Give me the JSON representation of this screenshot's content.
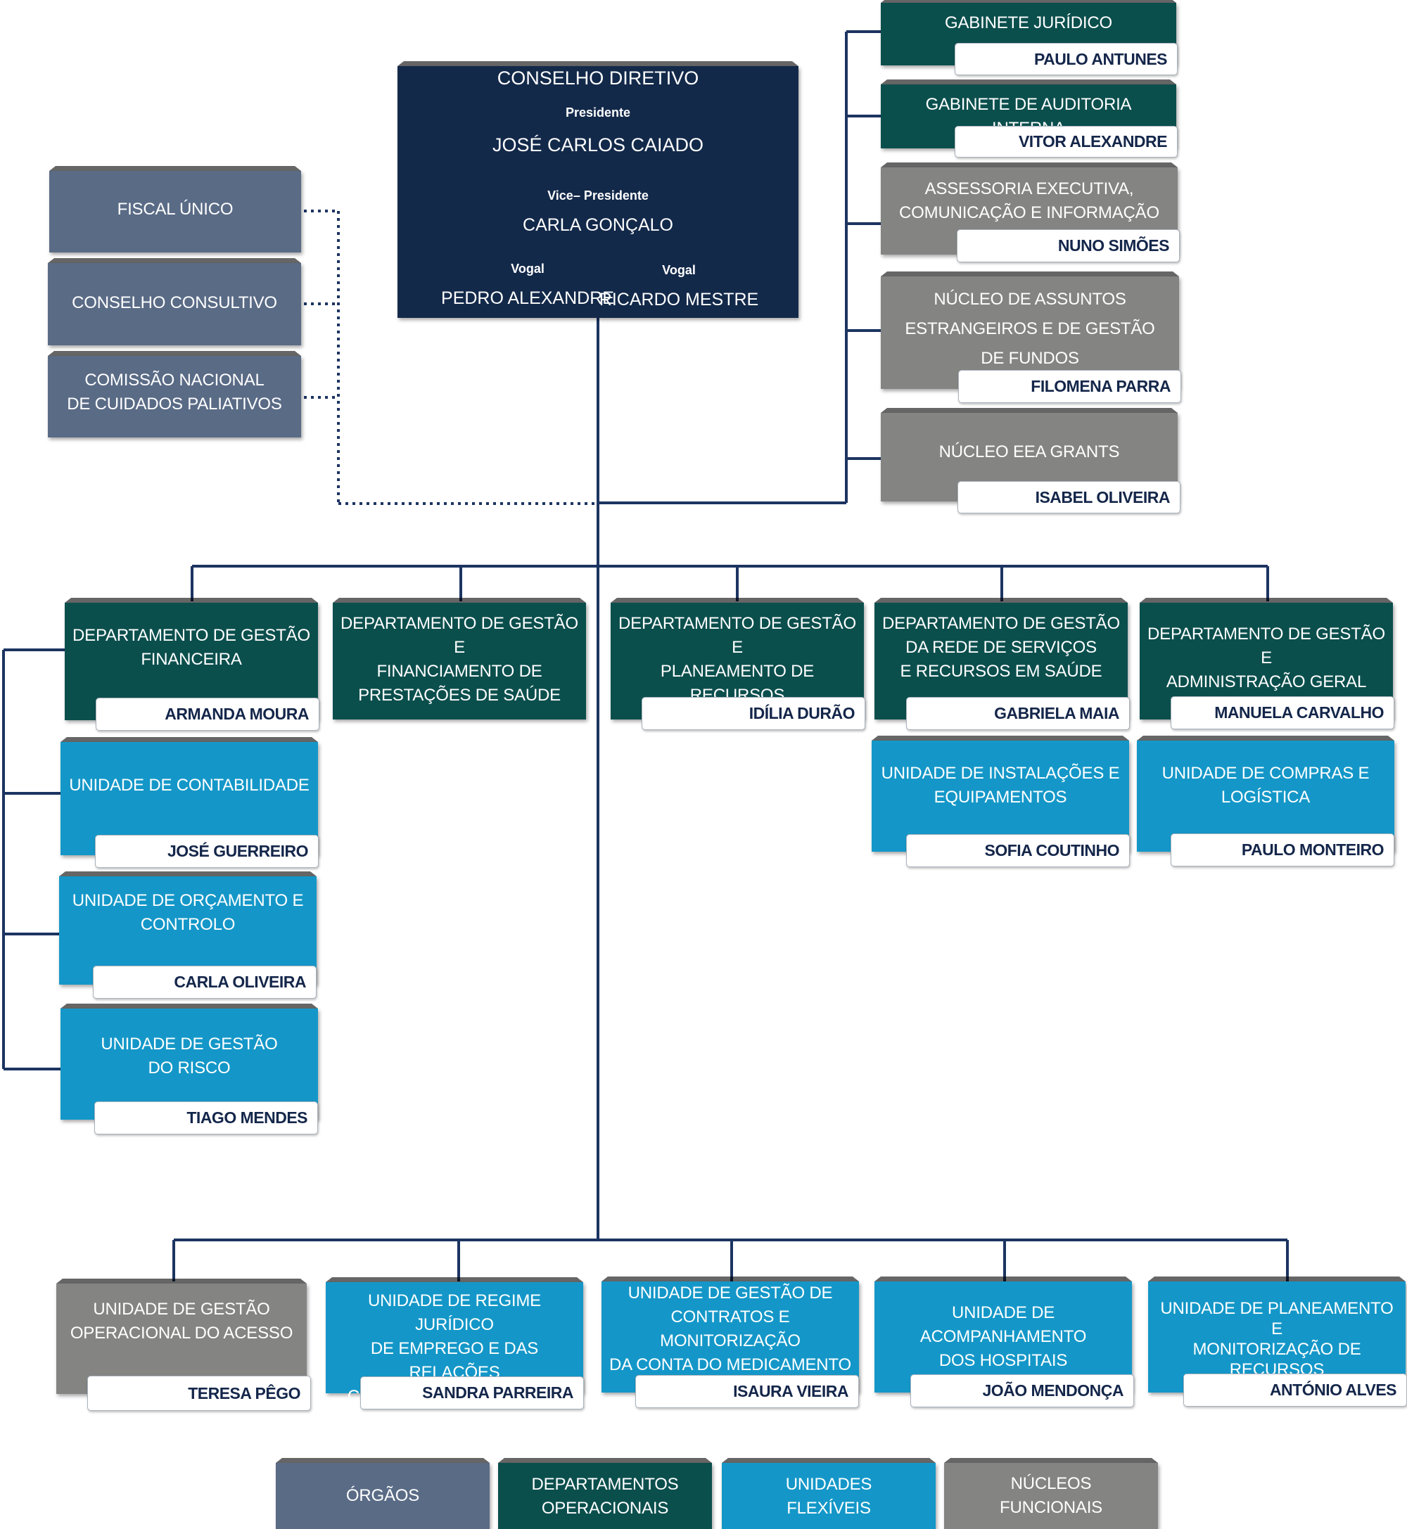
{
  "board": {
    "title": "CONSELHO DIRETIVO",
    "president_label": "Presidente",
    "president": "JOSÉ CARLOS CAIADO",
    "vice_label": "Vice– Presidente",
    "vice": "CARLA GONÇALO",
    "vogal1_label": "Vogal",
    "vogal1": "PEDRO ALEXANDRE",
    "vogal2_label": "Vogal",
    "vogal2": "RICARDO MESTRE"
  },
  "organs": [
    {
      "title": "FISCAL ÚNICO"
    },
    {
      "title": "CONSELHO CONSULTIVO"
    },
    {
      "title": "COMISSÃO NACIONAL\nDE CUIDADOS PALIATIVOS"
    }
  ],
  "staff": [
    {
      "title": "GABINETE JURÍDICO",
      "name": "PAULO ANTUNES"
    },
    {
      "title": "GABINETE DE AUDITORIA INTERNA",
      "name": "VITOR ALEXANDRE"
    },
    {
      "title": "ASSESSORIA EXECUTIVA,\nCOMUNICAÇÃO E INFORMAÇÃO",
      "name": "NUNO SIMÕES"
    },
    {
      "title": "NÚCLEO DE ASSUNTOS\nESTRANGEIROS E DE GESTÃO\nDE FUNDOS",
      "name": "FILOMENA PARRA"
    },
    {
      "title": "NÚCLEO EEA GRANTS",
      "name": "ISABEL OLIVEIRA"
    }
  ],
  "departments": [
    {
      "title": "DEPARTAMENTO DE GESTÃO\nFINANCEIRA",
      "name": "ARMANDA MOURA"
    },
    {
      "title": "DEPARTAMENTO DE GESTÃO E\nFINANCIAMENTO DE\nPRESTAÇÕES DE SAÚDE",
      "name": ""
    },
    {
      "title": "DEPARTAMENTO DE GESTÃO E\nPLANEAMENTO DE RECURSOS\nHUMANOS NA SAÚDE",
      "name": "IDÍLIA DURÃO"
    },
    {
      "title": "DEPARTAMENTO DE GESTÃO\nDA REDE DE SERVIÇOS\nE RECURSOS EM SAÚDE",
      "name": "GABRIELA MAIA"
    },
    {
      "title": "DEPARTAMENTO DE GESTÃO E\nADMINISTRAÇÃO GERAL",
      "name": "MANUELA CARVALHO"
    }
  ],
  "fin_units": [
    {
      "title": "UNIDADE DE CONTABILIDADE",
      "name": "JOSÉ GUERREIRO"
    },
    {
      "title": "UNIDADE DE ORÇAMENTO E\nCONTROLO",
      "name": "CARLA OLIVEIRA"
    },
    {
      "title": "UNIDADE DE GESTÃO\nDO RISCO",
      "name": "TIAGO MENDES"
    }
  ],
  "dept_units": [
    {
      "title": "UNIDADE DE INSTALAÇÕES E\nEQUIPAMENTOS",
      "name": "SOFIA COUTINHO"
    },
    {
      "title": "UNIDADE DE COMPRAS E\nLOGÍSTICA",
      "name": "PAULO MONTEIRO"
    }
  ],
  "bottom_units": [
    {
      "title": "UNIDADE DE GESTÃO\nOPERACIONAL DO ACESSO",
      "name": "TERESA PÊGO"
    },
    {
      "title": "UNIDADE DE REGIME JURÍDICO\nDE EMPREGO E DAS RELAÇÕES\nCOLETIVAS DE TRABALHO",
      "name": "SANDRA PARREIRA"
    },
    {
      "title": "UNIDADE DE GESTÃO DE\nCONTRATOS E MONITORIZAÇÃO\nDA CONTA DO MEDICAMENTO E\nDISPOSITIVOS MÉDICOS",
      "name": "ISAURA VIEIRA"
    },
    {
      "title": "UNIDADE DE ACOMPANHAMENTO\nDOS HOSPITAIS",
      "name": "JOÃO MENDONÇA"
    },
    {
      "title": "UNIDADE DE PLANEAMENTO E\nMONITORIZAÇÃO DE RECURSOS\nHUMANOS DA SAÚDE",
      "name": "ANTÓNIO ALVES"
    }
  ],
  "legend": [
    {
      "label": "ÓRGÃOS"
    },
    {
      "label": "DEPARTAMENTOS\nOPERACIONAIS"
    },
    {
      "label": "UNIDADES\nFLEXÍVEIS"
    },
    {
      "label": "NÚCLEOS\nFUNCIONAIS"
    }
  ],
  "colors": {
    "board": "#13294a",
    "department": "#0b4f4d",
    "unit": "#1497c8",
    "core": "#848583",
    "organ": "#5a6b86",
    "connector": "#1c3461"
  }
}
